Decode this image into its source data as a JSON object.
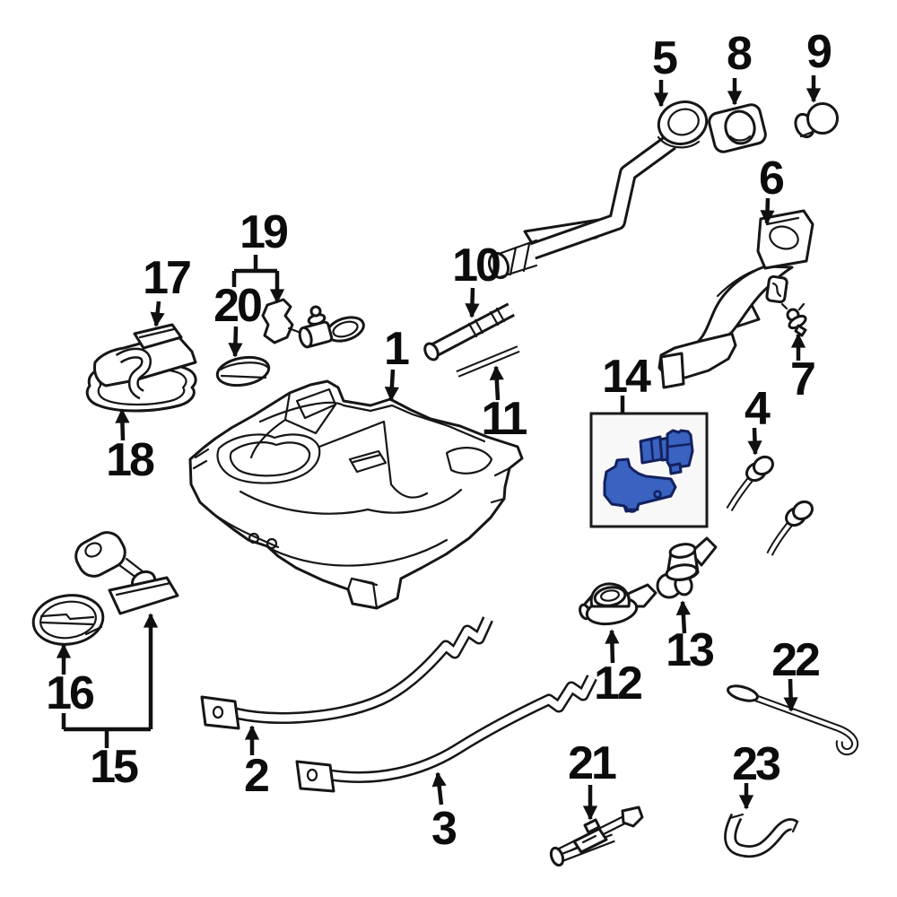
{
  "diagram": {
    "callouts": {
      "c1": "1",
      "c2": "2",
      "c3": "3",
      "c4": "4",
      "c5": "5",
      "c6": "6",
      "c7": "7",
      "c8": "8",
      "c9": "9",
      "c10": "10",
      "c11": "11",
      "c12": "12",
      "c13": "13",
      "c14": "14",
      "c15": "15",
      "c16": "16",
      "c17": "17",
      "c18": "18",
      "c19": "19",
      "c20": "20",
      "c21": "21",
      "c22": "22",
      "c23": "23"
    },
    "highlighted_callout": "14",
    "colors": {
      "background": "#ffffff",
      "line": "#161616",
      "highlight_fill": "#3a62c0",
      "highlight_outline": "#13215e",
      "highlight_box_background": "#f8f8f8"
    }
  }
}
